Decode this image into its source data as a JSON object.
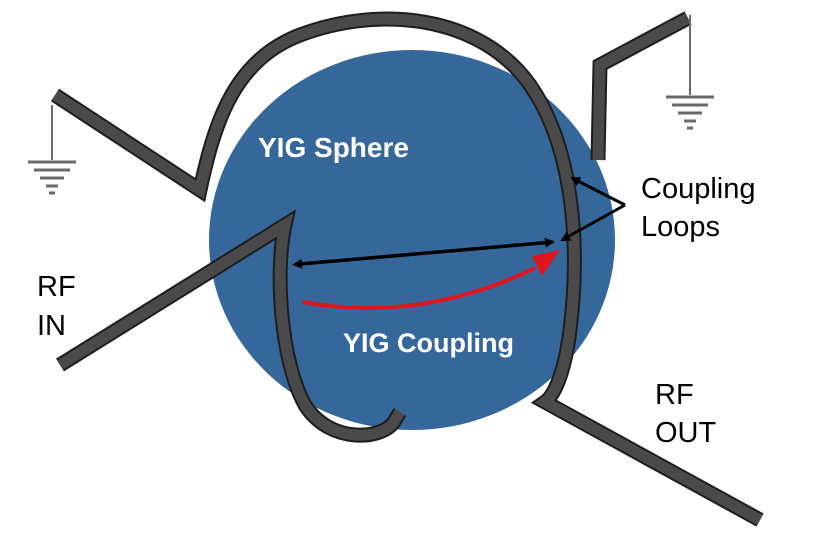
{
  "labels": {
    "sphere": "YIG Sphere",
    "coupling": "YIG Coupling",
    "coupling_loops_line1": "Coupling",
    "coupling_loops_line2": "Loops",
    "rf_in_line1": "RF",
    "rf_in_line2": "IN",
    "rf_out_line1": "RF",
    "rf_out_line2": "OUT"
  },
  "colors": {
    "sphere": "#35679a",
    "loop": "#4a4a4a",
    "loop_outline": "#1e1e1e",
    "coupling_arrow": "#e0141e",
    "pointer": "#000000"
  }
}
